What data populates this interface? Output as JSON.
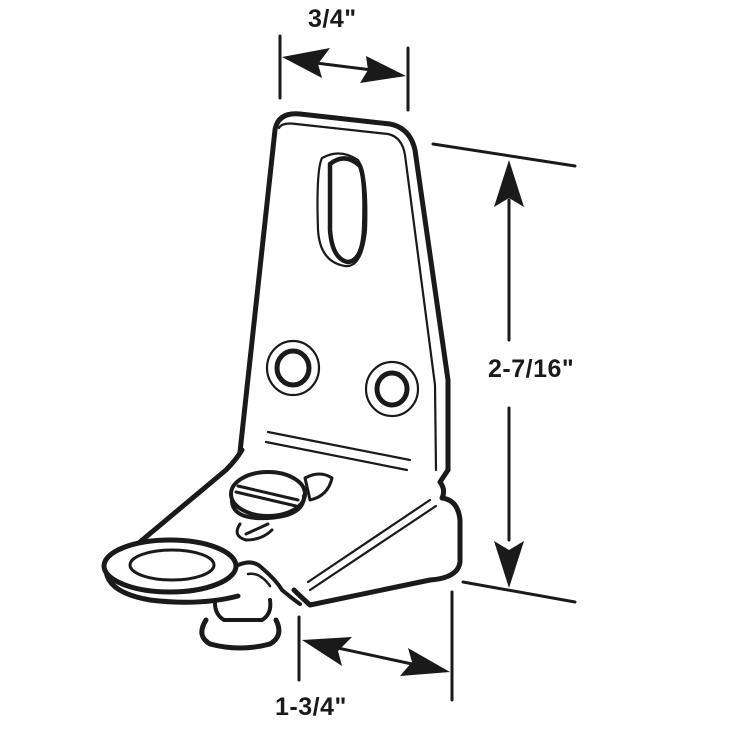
{
  "diagram": {
    "subject": "L-shaped mounting bracket with slotted hole, two screw holes, adjustment screw and swivel cap",
    "line_color": "#1a1a1a",
    "background": "#ffffff",
    "dimensions": {
      "width": {
        "label": "3/4\"",
        "description": "width of vertical plate"
      },
      "height": {
        "label": "2-7/16\"",
        "description": "overall height"
      },
      "depth": {
        "label": "1-3/4\"",
        "description": "depth of base"
      }
    },
    "features": [
      "oval-slot",
      "screw-hole-left",
      "screw-hole-right",
      "slotted-adjustment-screw",
      "round-cap-foot",
      "stud-post"
    ]
  }
}
